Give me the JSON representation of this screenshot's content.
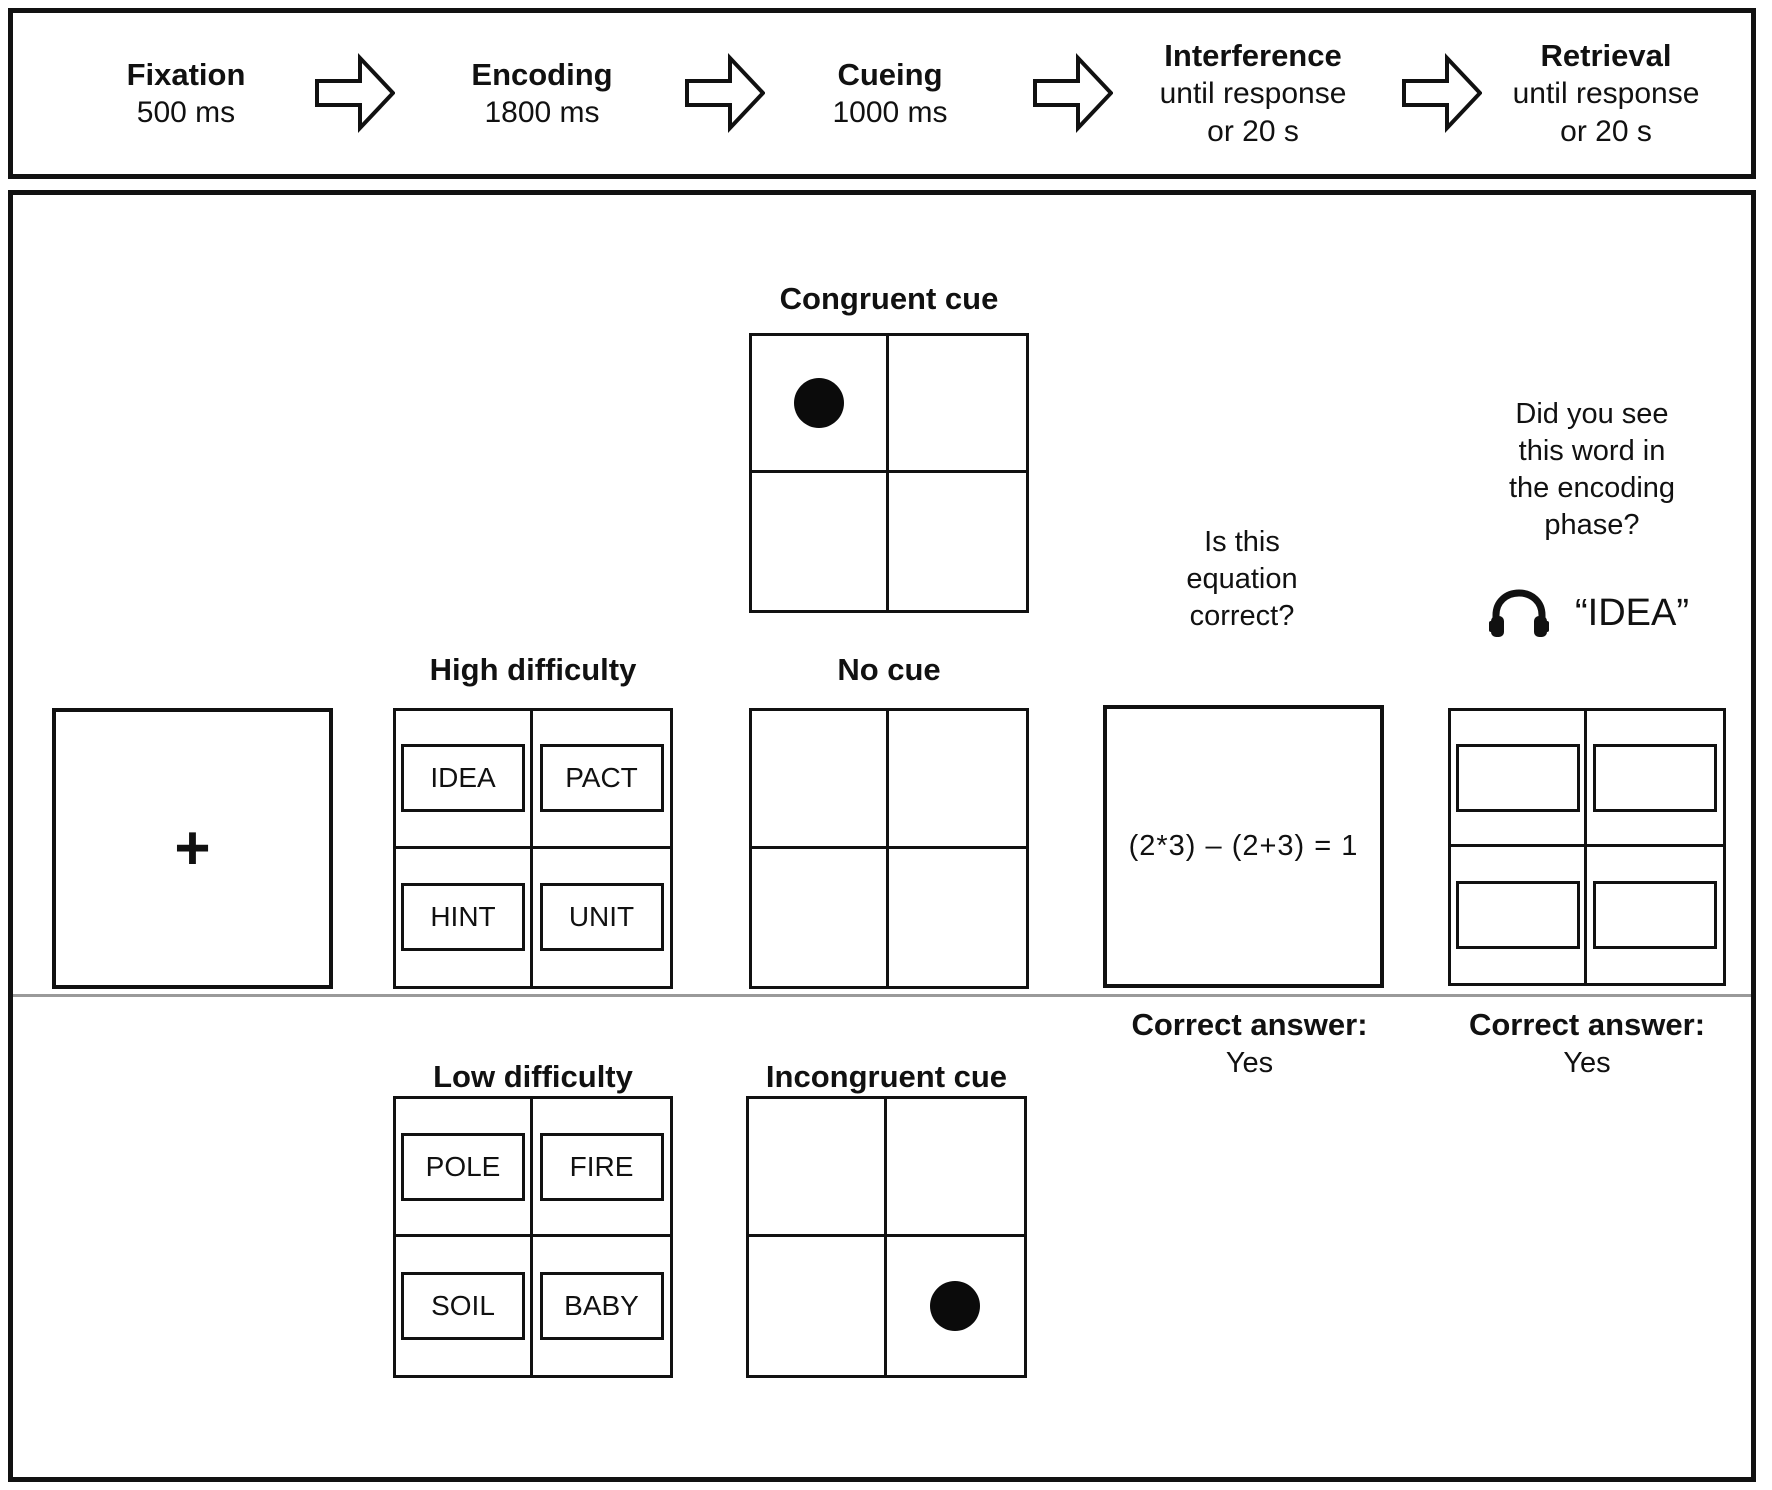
{
  "colors": {
    "ink": "#111111",
    "divider": "#9a9a9a",
    "dot": "#0b0b0b",
    "background": "#ffffff"
  },
  "timeline": {
    "stages": [
      {
        "name": "Fixation",
        "sub1": "500 ms"
      },
      {
        "name": "Encoding",
        "sub1": "1800 ms"
      },
      {
        "name": "Cueing",
        "sub1": "1000 ms"
      },
      {
        "name": "Interference",
        "sub1": "until response",
        "sub2": "or 20 s"
      },
      {
        "name": "Retrieval",
        "sub1": "until response",
        "sub2": "or 20 s"
      }
    ]
  },
  "fixation": {
    "cross": "+"
  },
  "encoding": {
    "high_label": "High difficulty",
    "high_words": [
      "IDEA",
      "PACT",
      "HINT",
      "UNIT"
    ],
    "low_label": "Low difficulty",
    "low_words": [
      "POLE",
      "FIRE",
      "SOIL",
      "BABY"
    ]
  },
  "cueing": {
    "congruent_label": "Congruent cue",
    "congruent_dot_position": "top-left",
    "no_cue_label": "No cue",
    "incongruent_label": "Incongruent cue",
    "incongruent_dot_position": "bottom-right"
  },
  "interference": {
    "question_line1": "Is this",
    "question_line2": "equation",
    "question_line3": "correct?",
    "equation": "(2*3) – (2+3) = 1",
    "answer_label": "Correct answer:",
    "answer_value": "Yes"
  },
  "retrieval": {
    "question_line1": "Did you see",
    "question_line2": "this word in",
    "question_line3": "the encoding",
    "question_line4": "phase?",
    "spoken_word": "“IDEA”",
    "answer_label": "Correct answer:",
    "answer_value": "Yes"
  }
}
